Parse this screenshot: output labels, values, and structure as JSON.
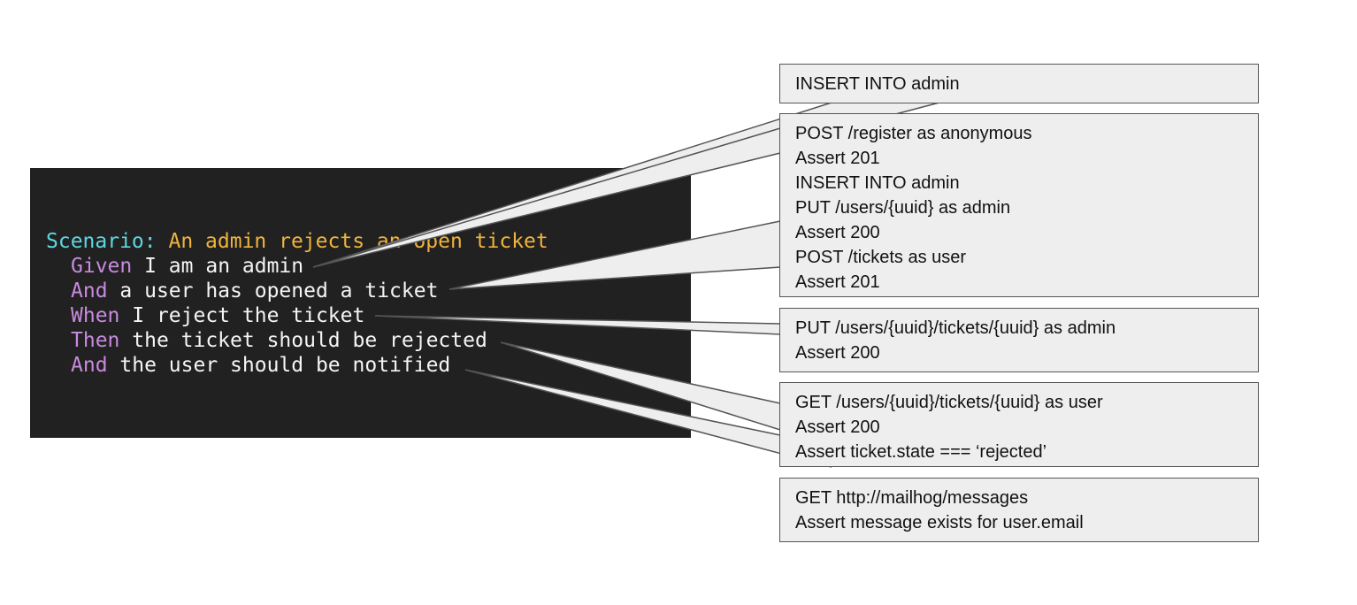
{
  "scenario": {
    "keyword": "Scenario:",
    "title": "An admin rejects an open ticket",
    "steps": [
      {
        "keyword": "Given",
        "text": "I am an admin"
      },
      {
        "keyword": "And",
        "text": "a user has opened a ticket"
      },
      {
        "keyword": "When",
        "text": "I reject the ticket"
      },
      {
        "keyword": "Then",
        "text": "the ticket should be rejected"
      },
      {
        "keyword": "And",
        "text": "the user should be notified"
      }
    ]
  },
  "boxes": [
    {
      "lines": [
        "INSERT INTO admin"
      ]
    },
    {
      "lines": [
        "POST /register as anonymous",
        "Assert 201",
        "INSERT INTO admin",
        "PUT /users/{uuid} as admin",
        "Assert 200",
        "POST /tickets as user",
        "Assert 201"
      ]
    },
    {
      "lines": [
        "PUT /users/{uuid}/tickets/{uuid} as admin",
        "Assert 200"
      ]
    },
    {
      "lines": [
        "GET /users/{uuid}/tickets/{uuid} as user",
        "Assert 200",
        "Assert ticket.state === ‘rejected’"
      ]
    },
    {
      "lines": [
        "GET http://mailhog/messages",
        "Assert message exists for user.email"
      ]
    }
  ],
  "colors": {
    "panel_bg": "#212121",
    "scenario_keyword": "#5fd7e0",
    "scenario_title": "#f0b43c",
    "step_keyword": "#c98adf",
    "step_text": "#f5f5f5",
    "box_fill": "#eeeeee",
    "box_border": "#555555"
  }
}
